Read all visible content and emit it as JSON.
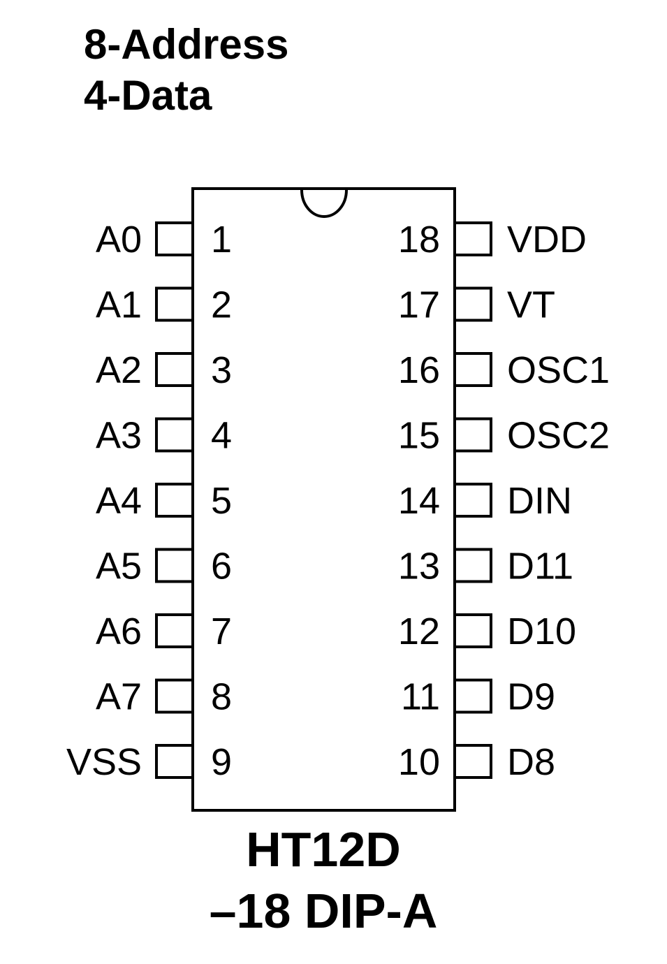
{
  "header": {
    "line1": "8-Address",
    "line2": "4-Data"
  },
  "chip": {
    "name": "HT12D",
    "package": "–18 DIP-A"
  },
  "pins_left": [
    {
      "num": "1",
      "label": "A0"
    },
    {
      "num": "2",
      "label": "A1"
    },
    {
      "num": "3",
      "label": "A2"
    },
    {
      "num": "4",
      "label": "A3"
    },
    {
      "num": "5",
      "label": "A4"
    },
    {
      "num": "6",
      "label": "A5"
    },
    {
      "num": "7",
      "label": "A6"
    },
    {
      "num": "8",
      "label": "A7"
    },
    {
      "num": "9",
      "label": "VSS"
    }
  ],
  "pins_right": [
    {
      "num": "18",
      "label": "VDD"
    },
    {
      "num": "17",
      "label": "VT"
    },
    {
      "num": "16",
      "label": "OSC1"
    },
    {
      "num": "15",
      "label": "OSC2"
    },
    {
      "num": "14",
      "label": "DIN"
    },
    {
      "num": "13",
      "label": "D11"
    },
    {
      "num": "12",
      "label": "D10"
    },
    {
      "num": "11",
      "label": "D9"
    },
    {
      "num": "10",
      "label": "D8"
    }
  ]
}
